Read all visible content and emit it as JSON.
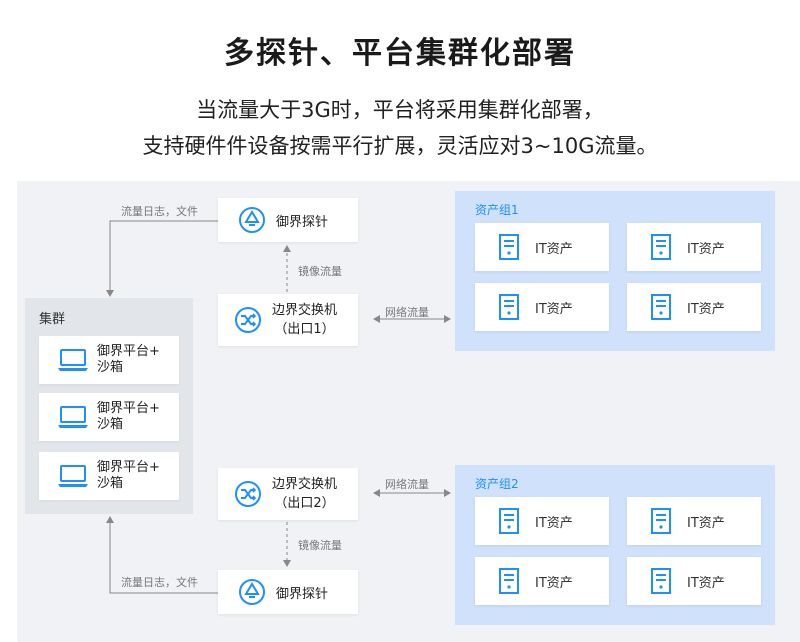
{
  "title": "多探针、平台集群化部署",
  "subtitle": {
    "line1": "当流量大于3G时，平台将采用集群化部署，",
    "line2": "支持硬件件设备按需平行扩展，灵活应对3~10G流量。"
  },
  "diagram": {
    "cluster": {
      "title": "集群",
      "items": [
        {
          "line1": "御界平台+",
          "line2": "沙箱"
        },
        {
          "line1": "御界平台+",
          "line2": "沙箱"
        },
        {
          "line1": "御界平台+",
          "line2": "沙箱"
        }
      ]
    },
    "probe_top": {
      "label": "御界探针"
    },
    "probe_bottom": {
      "label": "御界探针"
    },
    "switch_top": {
      "line1": "边界交换机",
      "line2": "（出口1）"
    },
    "switch_bottom": {
      "line1": "边界交换机",
      "line2": "（出口2）"
    },
    "edge_labels": {
      "log_top": "流量日志，文件",
      "log_bottom": "流量日志，文件",
      "mirror_top": "镜像流量",
      "mirror_bottom": "镜像流量",
      "net_top": "网络流量",
      "net_bottom": "网络流量"
    },
    "groups": [
      {
        "title": "资产组1",
        "assets": [
          "IT资产",
          "IT资产",
          "IT资产",
          "IT资产"
        ]
      },
      {
        "title": "资产组2",
        "assets": [
          "IT资产",
          "IT资产",
          "IT资产",
          "IT资产"
        ]
      }
    ],
    "colors": {
      "accent": "#1f8fff",
      "group_bg": "#cfe1fb",
      "canvas_bg": "#f0f2f6",
      "line": "#888888"
    }
  }
}
